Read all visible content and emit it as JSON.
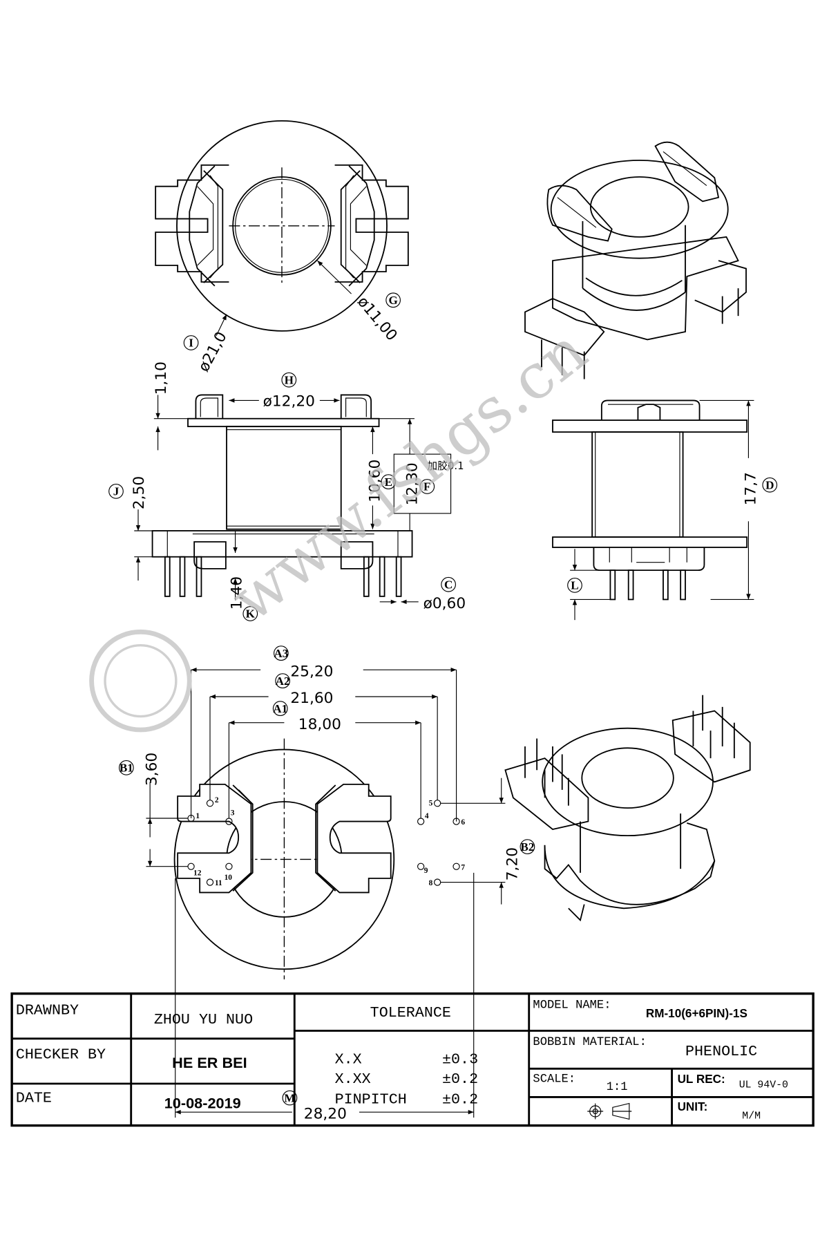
{
  "watermark": "www.fshgs.cn",
  "top_view": {
    "outer_diameter": {
      "tag": "I",
      "value": "ø21,0"
    },
    "inner_diameter": {
      "tag": "G",
      "value": "ø11,00"
    }
  },
  "front_view": {
    "tab_height": "1,10",
    "core_diameter": {
      "tag": "H",
      "value": "ø12,20"
    },
    "winding_height": {
      "tag": "E",
      "value": "10,60"
    },
    "inner_height": {
      "tag": "F",
      "value": "12,30"
    },
    "glue_note": "加胶0.1",
    "flange_thickness": {
      "tag": "J",
      "value": "2,50"
    },
    "standoff": {
      "tag": "K",
      "value": "1,40"
    },
    "pin_diameter": {
      "tag": "C",
      "value": "ø0,60"
    }
  },
  "side_view": {
    "total_height": {
      "tag": "D",
      "value": "17,7"
    },
    "pin_length": {
      "tag": "L"
    }
  },
  "bottom_view": {
    "a3": {
      "tag": "A3",
      "value": "25,20"
    },
    "a2": {
      "tag": "A2",
      "value": "21,60"
    },
    "a1": {
      "tag": "A1",
      "value": "18,00"
    },
    "b1": {
      "tag": "B1",
      "value": "3,60"
    },
    "b2": {
      "tag": "B2",
      "value": "7,20"
    },
    "m": {
      "tag": "M",
      "value": "28,20"
    },
    "pins": [
      "1",
      "2",
      "3",
      "4",
      "5",
      "6",
      "7",
      "8",
      "9",
      "10",
      "11",
      "12"
    ]
  },
  "title_block": {
    "drawn_by_label": "DRAWNBY",
    "drawn_by": "ZHOU YU NUO",
    "checker_label": "CHECKER BY",
    "checker": "HE ER BEI",
    "date_label": "DATE",
    "date": "10-08-2019",
    "tolerance_label": "TOLERANCE",
    "tolerances": [
      {
        "format": "X.X",
        "value": "±0.3"
      },
      {
        "format": "X.XX",
        "value": "±0.2"
      },
      {
        "format": "PINPITCH",
        "value": "±0.2"
      }
    ],
    "model_label": "MODEL NAME:",
    "model": "RM-10(6+6PIN)-1S",
    "material_label": "BOBBIN MATERIAL:",
    "material": "PHENOLIC",
    "scale_label": "SCALE:",
    "scale": "1:1",
    "ul_label": "UL REC:",
    "ul": "UL 94V-0",
    "unit_label": "UNIT:",
    "unit": "M/M"
  }
}
